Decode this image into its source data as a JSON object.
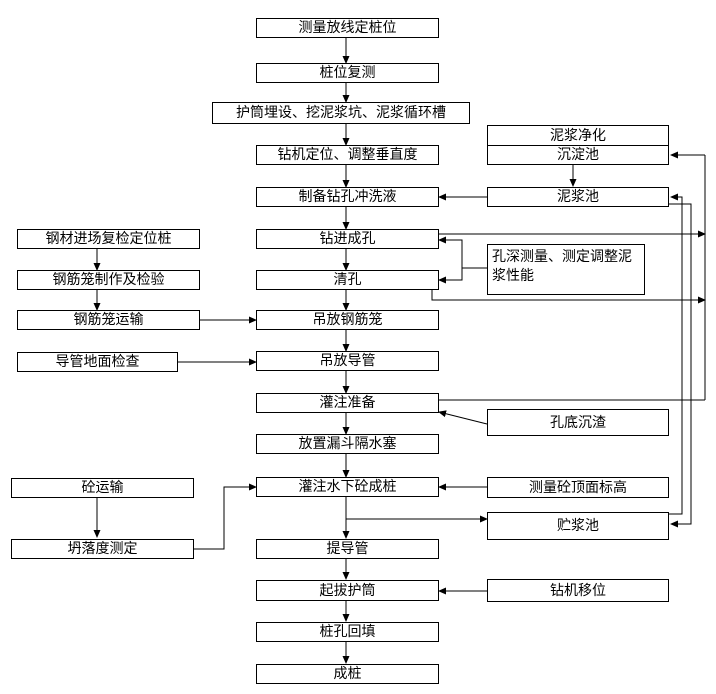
{
  "nodes": {
    "survey": "测量放线定桩位",
    "recheck": "桩位复测",
    "casing": "护筒埋设、挖泥浆坑、泥浆循环槽",
    "rig": "钻机定位、调整垂直度",
    "mud_prep": "制备钻孔冲洗液",
    "drill": "钻进成孔",
    "clean": "清孔",
    "hang_cage": "吊放钢筋笼",
    "hang_pipe": "吊放导管",
    "pour_prep": "灌注准备",
    "plug": "放置漏斗隔水塞",
    "pour": "灌注水下砼成桩",
    "lift_pipe": "提导管",
    "pull_casing": "起拔护筒",
    "backfill": "桩孔回填",
    "finish": "成桩",
    "mud_purify": "泥浆净化",
    "sediment_tank": "沉淀池",
    "mud_tank": "泥浆池",
    "hole_measure": "孔深测量、测定调整泥浆性能",
    "bottom_sediment": "孔底沉渣",
    "concrete_level": "测量砼顶面标高",
    "storage_tank": "贮浆池",
    "rig_move": "钻机移位",
    "steel_check": "钢材进场复检定位桩",
    "cage_make": "钢筋笼制作及检验",
    "cage_transport": "钢筋笼运输",
    "pipe_check": "导管地面检查",
    "concrete_transport": "砼运输",
    "slump_test": "坍落度测定"
  }
}
